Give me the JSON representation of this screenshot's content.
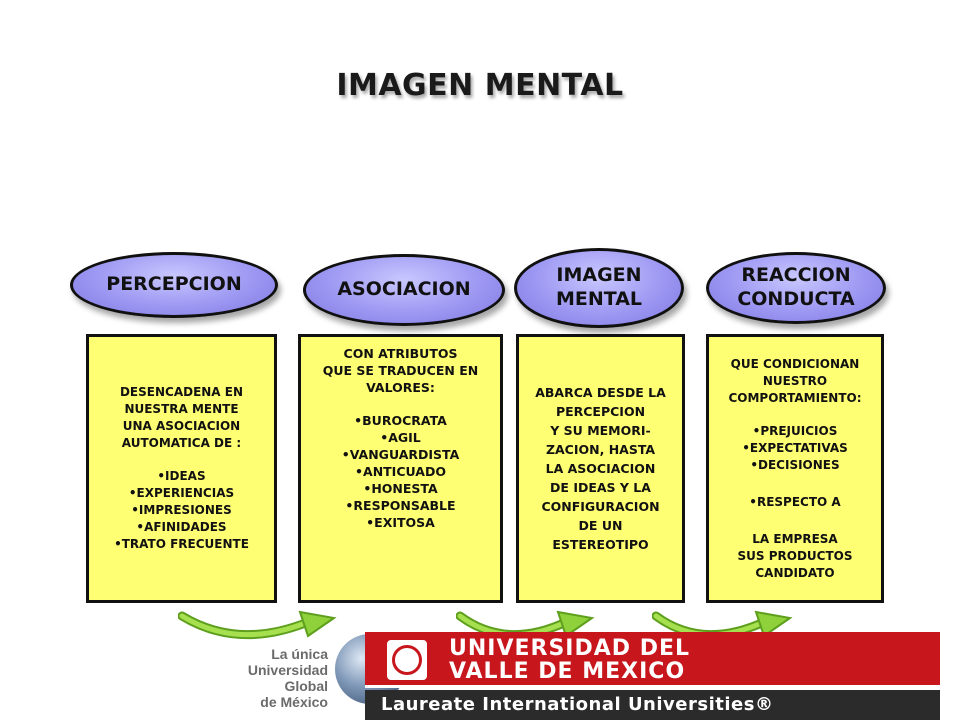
{
  "title": "IMAGEN MENTAL",
  "stages": [
    {
      "header": "PERCEPCION",
      "intro": "DESENCADENA EN\nNUESTRA MENTE\nUNA ASOCIACION\nAUTOMATICA DE :",
      "items": [
        "IDEAS",
        "EXPERIENCIAS",
        "IMPRESIONES",
        "AFINIDADES",
        "TRATO FRECUENTE"
      ]
    },
    {
      "header": "ASOCIACION",
      "intro": "CON ATRIBUTOS\nQUE SE TRADUCEN EN\nVALORES:",
      "items": [
        "BUROCRATA",
        "AGIL",
        "VANGUARDISTA",
        "ANTICUADO",
        "HONESTA",
        "RESPONSABLE",
        "EXITOSA"
      ]
    },
    {
      "header": "IMAGEN\nMENTAL",
      "intro": "ABARCA DESDE LA\nPERCEPCION\nY SU MEMORI-\nZACION, HASTA\nLA ASOCIACION\nDE IDEAS Y LA\nCONFIGURACION\nDE UN\nESTEREOTIPO"
    },
    {
      "header": "REACCION\nCONDUCTA",
      "intro": "QUE CONDICIONAN\nNUESTRO\nCOMPORTAMIENTO:",
      "items": [
        "PREJUICIOS",
        "EXPECTATIVAS",
        "DECISIONES"
      ],
      "items2": [
        "RESPECTO A"
      ],
      "outro": "LA EMPRESA\nSUS PRODUCTOS\nCANDIDATO"
    }
  ],
  "footer": {
    "tagline": "La única\nUniversidad Global\nde México",
    "university": "UNIVERSIDAD DEL\nVALLE DE MEXICO",
    "network": "Laureate International Universities®"
  },
  "colors": {
    "oval": "#9d98f2",
    "box": "#ffff73",
    "arrow": "#8fd13a",
    "banner": "#c8161d"
  }
}
